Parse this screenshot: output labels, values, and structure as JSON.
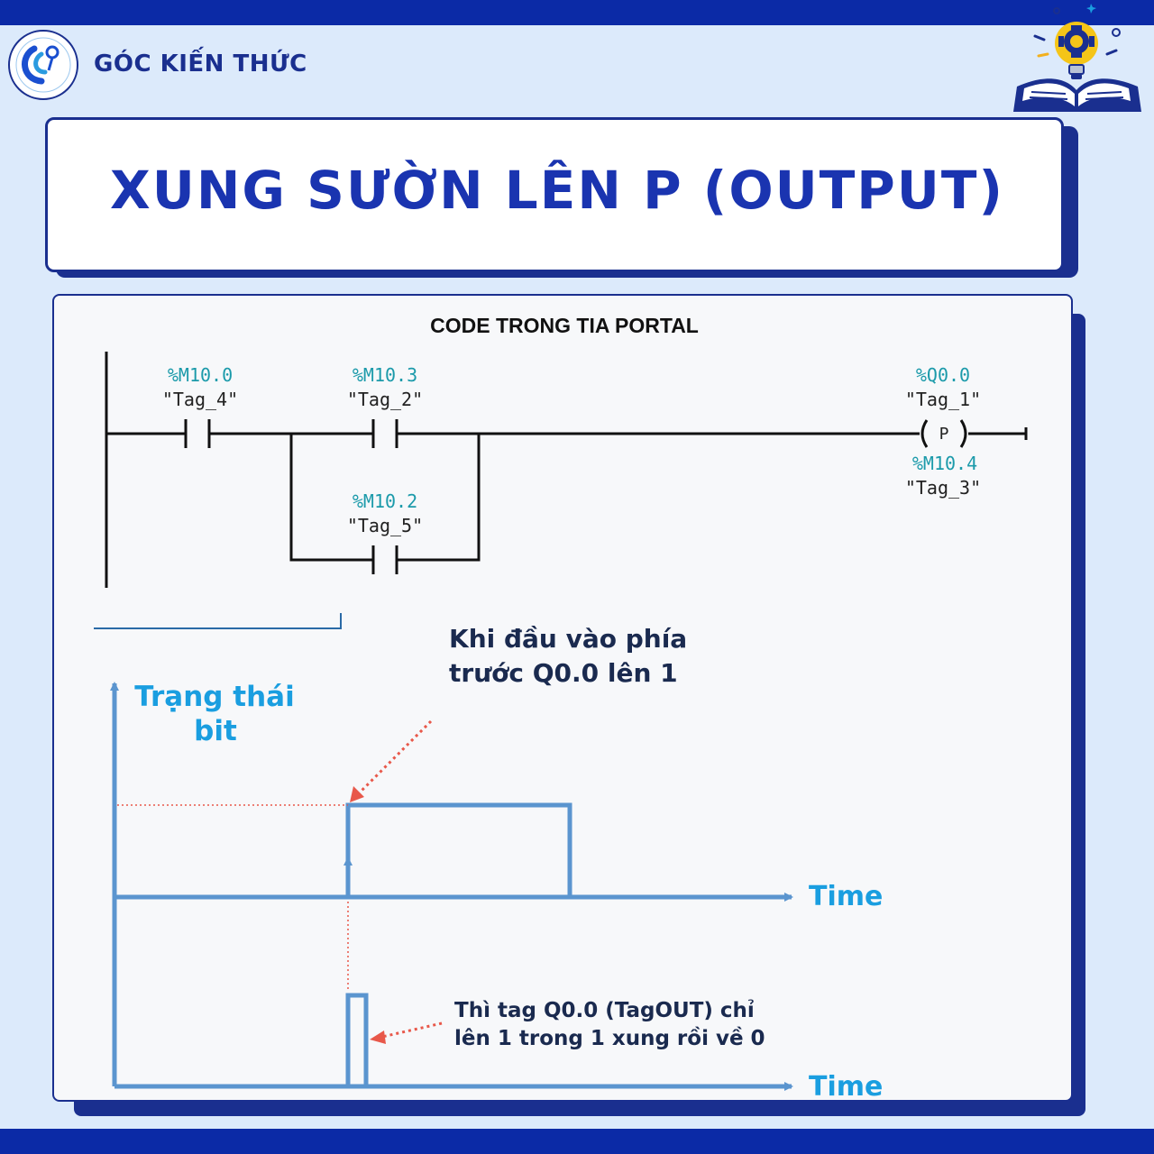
{
  "brand": {
    "name": "GÓC KIẾN THỨC"
  },
  "title": "XUNG SƯỜN LÊN P (OUTPUT)",
  "panel": {
    "heading": "CODE TRONG TIA PORTAL"
  },
  "ladder": {
    "contacts": [
      {
        "address": "%M10.0",
        "tag": "\"Tag_4\""
      },
      {
        "address": "%M10.3",
        "tag": "\"Tag_2\""
      },
      {
        "address": "%M10.2",
        "tag": "\"Tag_5\""
      }
    ],
    "coil": {
      "address": "%Q0.0",
      "tag": "\"Tag_1\"",
      "symbol": "P",
      "memory_address": "%M10.4",
      "memory_tag": "\"Tag_3\""
    }
  },
  "timing": {
    "y_label_line1": "Trạng thái",
    "y_label_line2": "bit",
    "x_label_top": "Time",
    "x_label_bottom": "Time",
    "annotation_top_line1": "Khi đầu vào phía",
    "annotation_top_line2": "trước Q0.0 lên 1",
    "annotation_bottom_line1": "Thì tag Q0.0 (TagOUT) chỉ",
    "annotation_bottom_line2": "lên 1 trong 1 xung rồi về 0"
  },
  "colors": {
    "navy": "#0b2aa6",
    "title_blue": "#1a34b0",
    "teal": "#1b9aaa",
    "signal_blue": "#5b95cf",
    "label_cyan": "#1a9ee0",
    "text_dark": "#1a2a4f",
    "arrow_red": "#e8584a"
  }
}
